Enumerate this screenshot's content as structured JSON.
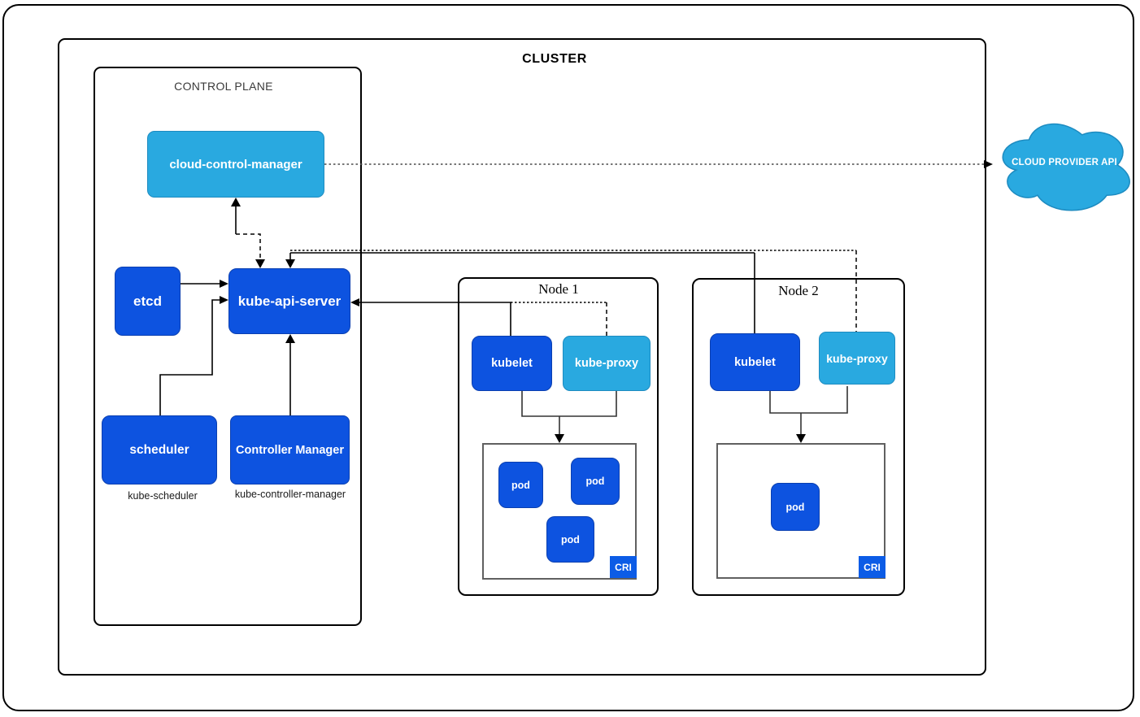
{
  "cluster": {
    "title": "CLUSTER"
  },
  "control_plane": {
    "title": "CONTROL PLANE",
    "cloud_control_manager_label": "cloud-control-manager",
    "etcd_label": "etcd",
    "kube_api_server_label": "kube-api-server",
    "scheduler_label": "scheduler",
    "scheduler_caption": "kube-scheduler",
    "controller_manager_label": "Controller Manager",
    "controller_manager_caption": "kube-controller-manager"
  },
  "nodes": [
    {
      "title": "Node 1",
      "kubelet_label": "kubelet",
      "kube_proxy_label": "kube-proxy",
      "cri_label": "CRI",
      "pods": [
        "pod",
        "pod",
        "pod"
      ]
    },
    {
      "title": "Node 2",
      "kubelet_label": "kubelet",
      "kube_proxy_label": "kube-proxy",
      "cri_label": "CRI",
      "pods": [
        "pod"
      ]
    }
  ],
  "cloud_provider": {
    "label": "CLOUD PROVIDER API"
  },
  "colors": {
    "primary_blue": "#0d53e0",
    "sky_blue": "#29a9e0",
    "cri_badge_blue": "#0c5ce6",
    "line_black": "#000000",
    "dotted_gray": "#4a4a4a",
    "cri_border_gray": "#606060"
  }
}
